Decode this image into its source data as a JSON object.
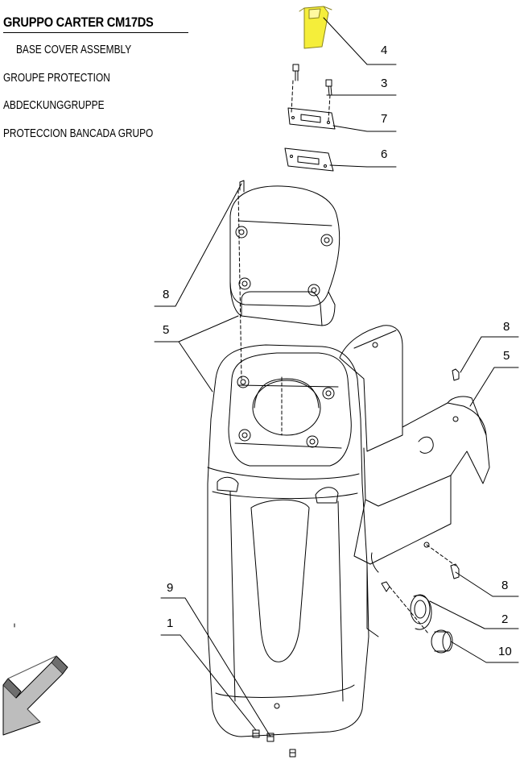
{
  "header": {
    "title": "GRUPPO CARTER CM17DS",
    "subtitles": [
      "BASE COVER ASSEMBLY",
      "GROUPE PROTECTION",
      "ABDECKUNGGRUPPE",
      "PROTECCION BANCADA GRUPO"
    ]
  },
  "callouts": [
    {
      "id": "c4",
      "label": "4"
    },
    {
      "id": "c3",
      "label": "3"
    },
    {
      "id": "c7",
      "label": "7"
    },
    {
      "id": "c6",
      "label": "6"
    },
    {
      "id": "c8a",
      "label": "8"
    },
    {
      "id": "c5a",
      "label": "5"
    },
    {
      "id": "c8b",
      "label": "8"
    },
    {
      "id": "c5b",
      "label": "5"
    },
    {
      "id": "c8c",
      "label": "8"
    },
    {
      "id": "c2",
      "label": "2"
    },
    {
      "id": "c10",
      "label": "10"
    },
    {
      "id": "c9",
      "label": "9"
    },
    {
      "id": "c1",
      "label": "1"
    }
  ],
  "colors": {
    "line": "#000000",
    "highlight": "#f5ee3a",
    "arrow_fill": "#bdbdbd"
  }
}
